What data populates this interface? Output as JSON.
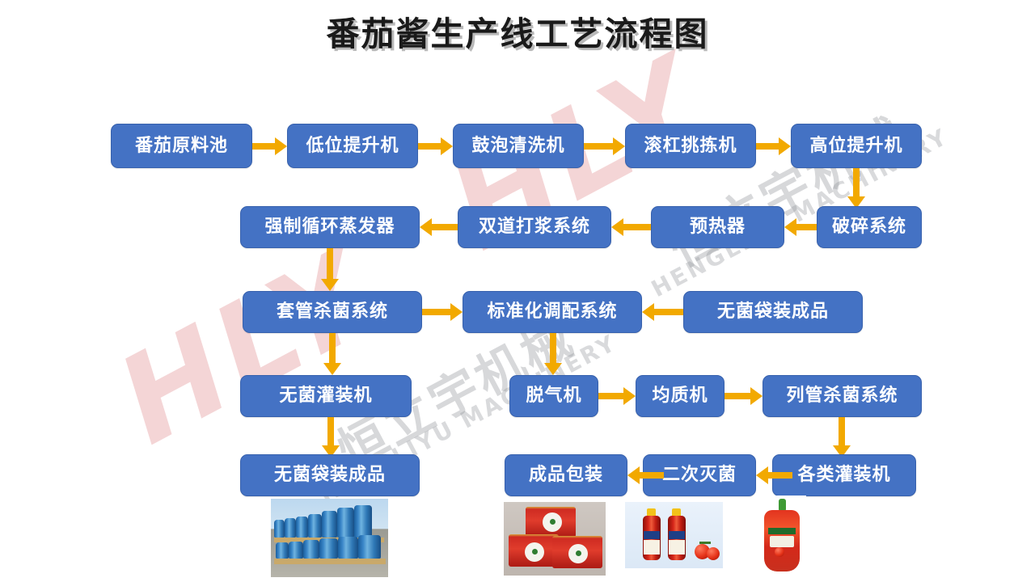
{
  "title": "番茄酱生产线工艺流程图",
  "colors": {
    "node_fill": "#4472C4",
    "node_border": "#3761ad",
    "node_text": "#ffffff",
    "arrow": "#F2A900",
    "title_text": "#1a1a1a",
    "title_shadow": "#b9b9b9",
    "background": "#ffffff",
    "watermark_pink": "#e49698",
    "watermark_gray": "#96989e"
  },
  "watermark": {
    "logo_text": "HLY",
    "company_cn": "恒立宇机械",
    "company_en": "HENGLIYU MACHINERY"
  },
  "flow": {
    "row1": [
      {
        "id": "tomato-raw-pool",
        "label": "番茄原料池"
      },
      {
        "id": "low-elevator",
        "label": "低位提升机"
      },
      {
        "id": "bubble-washer",
        "label": "鼓泡清洗机"
      },
      {
        "id": "roller-sorter",
        "label": "滚杠挑拣机"
      },
      {
        "id": "high-elevator",
        "label": "高位提升机"
      }
    ],
    "row2": [
      {
        "id": "forced-circulation-evaporator",
        "label": "强制循环蒸发器"
      },
      {
        "id": "double-pulper",
        "label": "双道打浆系统"
      },
      {
        "id": "preheater",
        "label": "预热器"
      },
      {
        "id": "crushing-system",
        "label": "破碎系统"
      }
    ],
    "row3": [
      {
        "id": "tubular-sterilizer",
        "label": "套管杀菌系统"
      },
      {
        "id": "standardizing-system",
        "label": "标准化调配系统"
      },
      {
        "id": "aseptic-bag-product-a",
        "label": "无菌袋装成品"
      }
    ],
    "row4": [
      {
        "id": "aseptic-filler",
        "label": "无菌灌装机"
      },
      {
        "id": "deaerator",
        "label": "脱气机"
      },
      {
        "id": "homogenizer",
        "label": "均质机"
      },
      {
        "id": "tube-sterilizer",
        "label": "列管杀菌系统"
      }
    ],
    "row5": [
      {
        "id": "aseptic-bag-product-b",
        "label": "无菌袋装成品"
      },
      {
        "id": "final-packaging",
        "label": "成品包装"
      },
      {
        "id": "secondary-sterilizing",
        "label": "二次灭菌"
      },
      {
        "id": "various-fillers",
        "label": "各类灌装机"
      }
    ]
  },
  "photos": [
    {
      "id": "photo-blue-drums",
      "caption": "无菌袋装成品"
    },
    {
      "id": "photo-tomato-cans",
      "caption": "成品包装"
    },
    {
      "id": "photo-ketchup-bottles",
      "caption": ""
    },
    {
      "id": "photo-ketchup-pouch",
      "caption": ""
    }
  ]
}
